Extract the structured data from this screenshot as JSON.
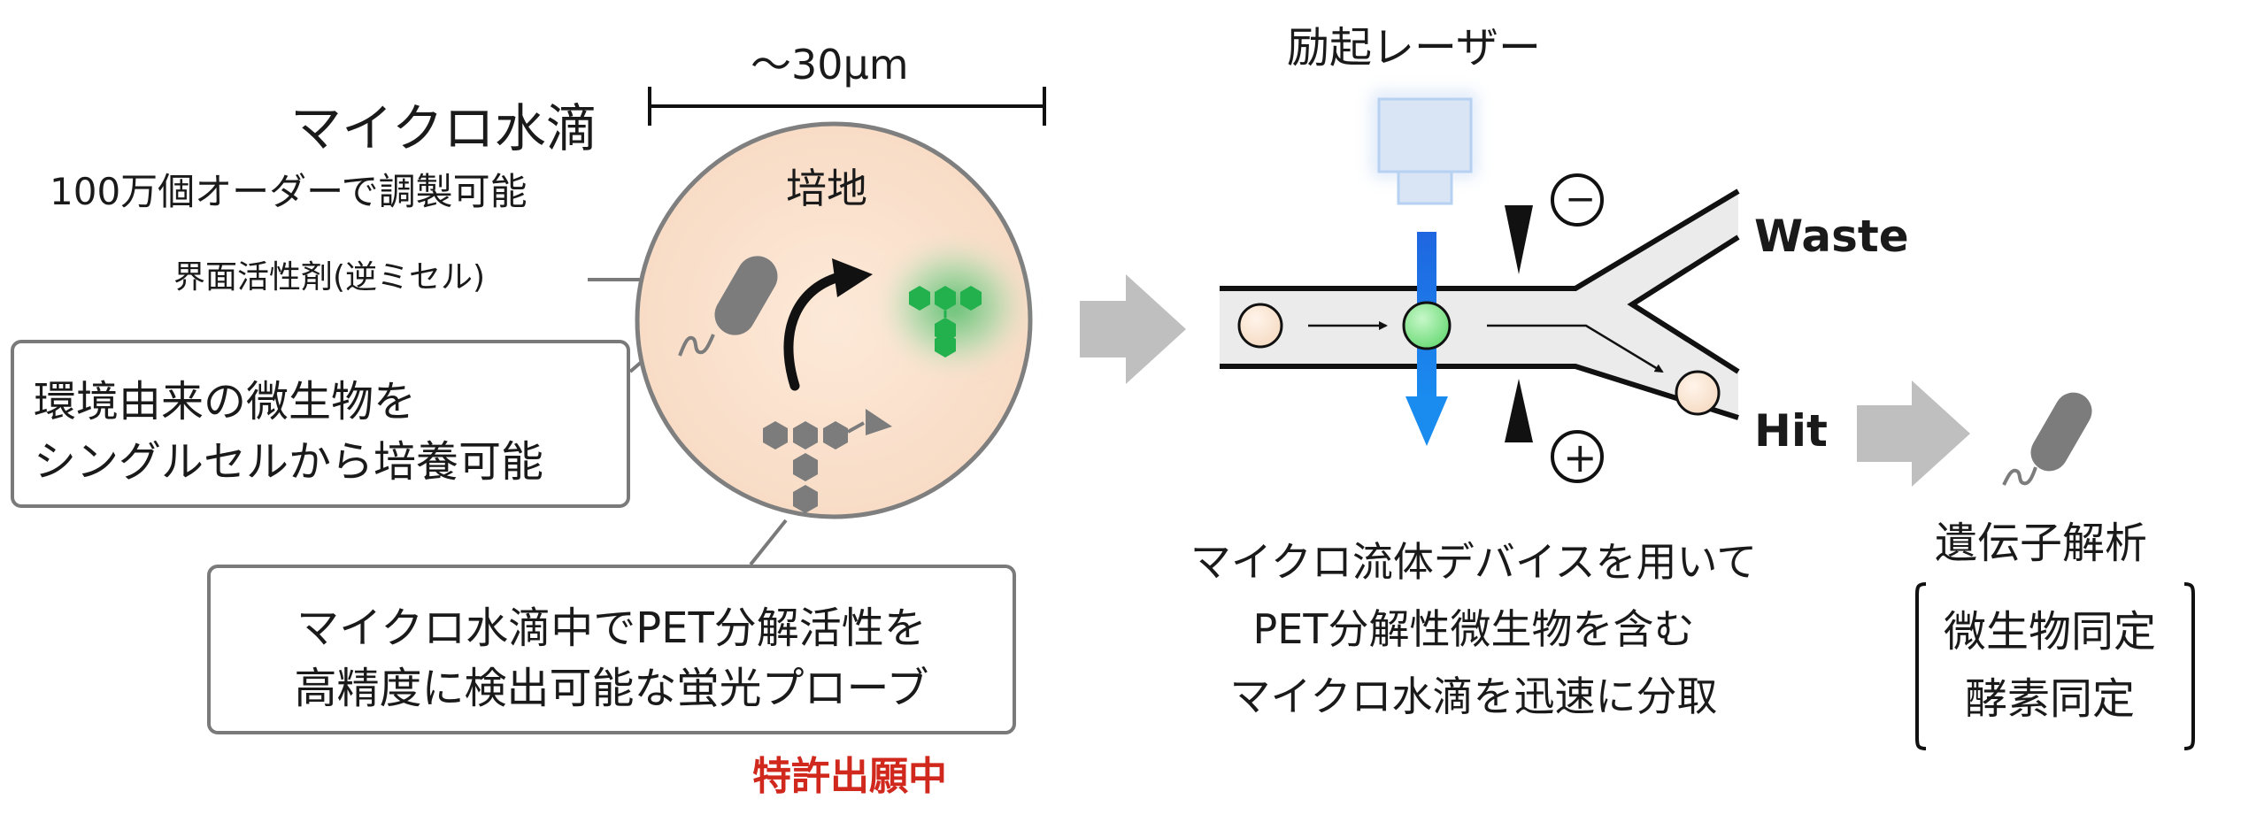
{
  "scale_label": "～30μm",
  "droplet": {
    "title": "マイクロ水滴",
    "subtitle": "100万個オーダーで調製可能",
    "surfactant_label": "界面活性剤(逆ミセル)",
    "medium_label": "培地"
  },
  "callout_cells": [
    "環境由来の微生物を",
    "シングルセルから培養可能"
  ],
  "callout_probe": [
    "マイクロ水滴中でPET分解活性を",
    "高精度に検出可能な蛍光プローブ"
  ],
  "patent_label": "特許出願中",
  "device": {
    "laser_label": "励起レーザー",
    "minus_label": "−",
    "plus_label": "+",
    "waste_label": "Waste",
    "hit_label": "Hit",
    "caption": [
      "マイクロ流体デバイスを用いて",
      "PET分解性微生物を含む",
      "マイクロ水滴を迅速に分取"
    ]
  },
  "analysis": {
    "title": "遺伝子解析",
    "items": [
      "微生物同定",
      "酵素同定"
    ]
  },
  "colors": {
    "droplet_fill": "#fbe7d6",
    "fluorescent_green": "#22b14c",
    "laser_blue": "#1a6fe8",
    "arrow_gray": "#bfbfbf",
    "patent_red": "#d1281e"
  }
}
